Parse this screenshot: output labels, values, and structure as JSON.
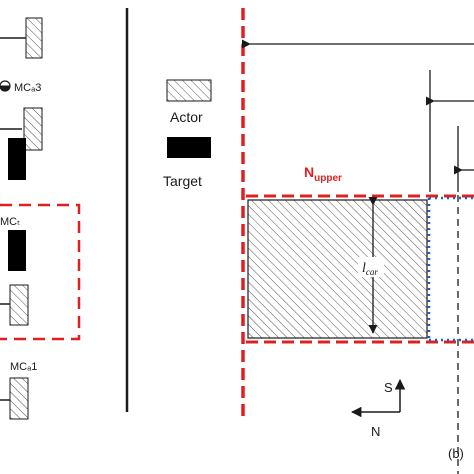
{
  "labels": {
    "mc_a3": "MCₐ3",
    "mc_t": "MCₜ",
    "mc_a1": "MCₐ1",
    "legend_actor": "Actor",
    "legend_target": "Target",
    "n_upper_main": "N",
    "n_upper_sub": "upper",
    "l_car_main": "l",
    "l_car_sub": "car",
    "compass_s": "S",
    "compass_n": "N",
    "panel_b": "(b)"
  },
  "icons": {
    "hatched_vehicle": "actor-hatch-pattern",
    "solid_vehicle": "target-solid-fill",
    "traffic_light": "circle-symbol-icon",
    "compass": "direction-arrows-icon"
  },
  "colors": {
    "boundary_red": "#e02020",
    "boundary_blue": "#1f5fbf",
    "line": "#1a1a1a",
    "target_fill": "#000000"
  }
}
